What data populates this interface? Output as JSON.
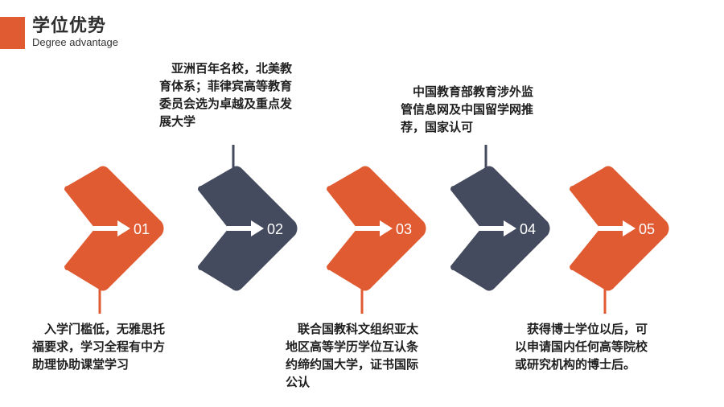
{
  "header": {
    "title": "学位优势",
    "subtitle": "Degree advantage"
  },
  "colors": {
    "accent": "#e05a32",
    "dark": "#454b5e",
    "text": "#1f1f1f"
  },
  "steps": [
    {
      "number": "01",
      "color": "accent",
      "line": "down",
      "text": "　入学门槛低，无雅思托\n福要求，学习全程有中方\n助理协助课堂学习"
    },
    {
      "number": "02",
      "color": "dark",
      "line": "up",
      "text": "　亚洲百年名校，北美教\n育体系；菲律宾高等教育\n委员会选为卓越及重点发\n展大学"
    },
    {
      "number": "03",
      "color": "accent",
      "line": "down",
      "text": "　联合国教科文组织亚太\n地区高等学历学位互认条\n约缔约国大学，证书国际\n公认"
    },
    {
      "number": "04",
      "color": "dark",
      "line": "up",
      "text": "　中国教育部教育涉外监\n管信息网及中国留学网推\n荐，国家认可"
    },
    {
      "number": "05",
      "color": "accent",
      "line": "down",
      "text": "　获得博士学位以后，可\n以申请国内任何高等院校\n或研究机构的博士后。"
    }
  ]
}
